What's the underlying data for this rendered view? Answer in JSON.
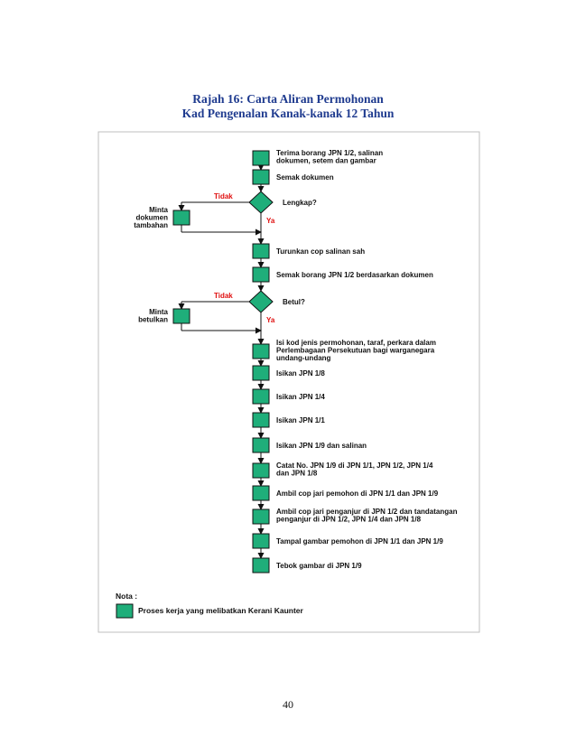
{
  "title": {
    "line1": "Rajah 16: Carta Aliran Permohonan",
    "line2": "Kad Pengenalan Kanak-kanak 12 Tahun"
  },
  "colors": {
    "process_fill": "#1fae7a",
    "title": "#1f3b8f",
    "label_red": "#e01010"
  },
  "steps": [
    {
      "lines": [
        "Terima borang  JPN 1/2, salinan",
        "dokumen, setem dan gambar"
      ]
    },
    {
      "lines": [
        "Semak dokumen"
      ]
    },
    {
      "lines": [
        "Turunkan cop salinan sah"
      ]
    },
    {
      "lines": [
        "Semak borang  JPN 1/2 berdasarkan dokumen"
      ]
    },
    {
      "lines": [
        "Isi kod jenis permohonan, taraf, perkara dalam",
        "Perlembagaan Persekutuan bagi warganegara",
        "undang-undang"
      ]
    },
    {
      "lines": [
        "Isikan JPN 1/8"
      ]
    },
    {
      "lines": [
        "Isikan JPN 1/4"
      ]
    },
    {
      "lines": [
        "Isikan JPN 1/1"
      ]
    },
    {
      "lines": [
        "Isikan JPN 1/9 dan salinan"
      ]
    },
    {
      "lines": [
        "Catat No. JPN 1/9 di JPN 1/1, JPN 1/2, JPN 1/4",
        "dan JPN 1/8"
      ]
    },
    {
      "lines": [
        "Ambil cop jari pemohon di JPN 1/1 dan JPN 1/9"
      ]
    },
    {
      "lines": [
        "Ambil cop jari penganjur di JPN 1/2 dan tandatangan",
        "penganjur di JPN 1/2, JPN 1/4 dan JPN 1/8"
      ]
    },
    {
      "lines": [
        "Tampal gambar pemohon di JPN 1/1 dan JPN 1/9"
      ]
    },
    {
      "lines": [
        "Tebok gambar di JPN 1/9"
      ]
    }
  ],
  "decisions": [
    {
      "question": "Lengkap?",
      "no_label": "Tidak",
      "yes_label": "Ya",
      "side_lines": [
        "Minta",
        "dokumen",
        "tambahan"
      ]
    },
    {
      "question": "Betul?",
      "no_label": "Tidak",
      "yes_label": "Ya",
      "side_lines": [
        "Minta",
        "betulkan"
      ]
    }
  ],
  "legend": {
    "heading": "Nota :",
    "item": "Proses kerja yang melibatkan Kerani Kaunter"
  },
  "page_number": "40"
}
